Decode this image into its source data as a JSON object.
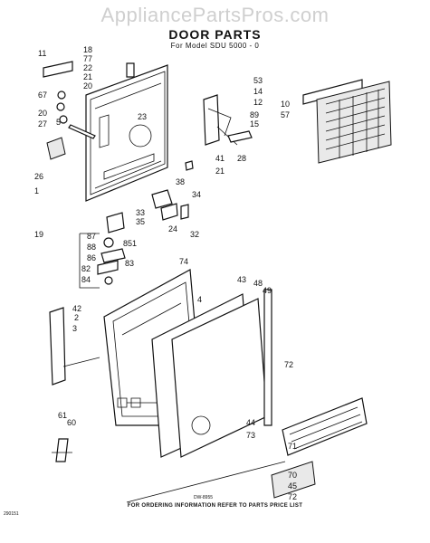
{
  "header": {
    "watermark": "AppliancePartsPros.com",
    "title": "DOOR PARTS",
    "subtitle": "For Model SDU 5000 - 0"
  },
  "footer": {
    "note": "FOR ORDERING INFORMATION REFER TO PARTS PRICE LIST",
    "drawing_number": "DW-8955",
    "catalog_code": "290151"
  },
  "part_labels": [
    "11",
    "18",
    "77",
    "22",
    "21",
    "20",
    "67",
    "20",
    "5",
    "27",
    "26",
    "1",
    "23",
    "53",
    "14",
    "12",
    "89",
    "15",
    "10",
    "57",
    "28",
    "41",
    "21",
    "38",
    "34",
    "33",
    "35",
    "24",
    "32",
    "19",
    "87",
    "88",
    "851",
    "86",
    "83",
    "82",
    "84",
    "74",
    "43",
    "48",
    "49",
    "4",
    "42",
    "2",
    "3",
    "72",
    "44",
    "73",
    "71",
    "61",
    "60",
    "70",
    "45",
    "72"
  ]
}
